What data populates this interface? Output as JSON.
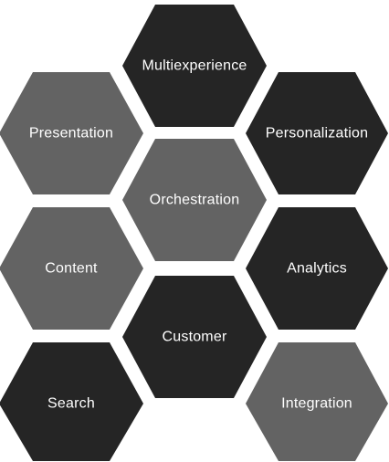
{
  "colors": {
    "dark": "#252525",
    "gray": "#636363",
    "label": "#ffffff",
    "background": "#ffffff"
  },
  "hexagons": [
    {
      "id": "multiexperience",
      "label": "Multiexperience",
      "tone": "dark"
    },
    {
      "id": "presentation",
      "label": "Presentation",
      "tone": "gray"
    },
    {
      "id": "personalization",
      "label": "Personalization",
      "tone": "dark"
    },
    {
      "id": "orchestration",
      "label": "Orchestration",
      "tone": "gray"
    },
    {
      "id": "content",
      "label": "Content",
      "tone": "gray"
    },
    {
      "id": "analytics",
      "label": "Analytics",
      "tone": "dark"
    },
    {
      "id": "customer",
      "label": "Customer",
      "tone": "dark"
    },
    {
      "id": "search",
      "label": "Search",
      "tone": "dark"
    },
    {
      "id": "integration",
      "label": "Integration",
      "tone": "gray"
    }
  ]
}
